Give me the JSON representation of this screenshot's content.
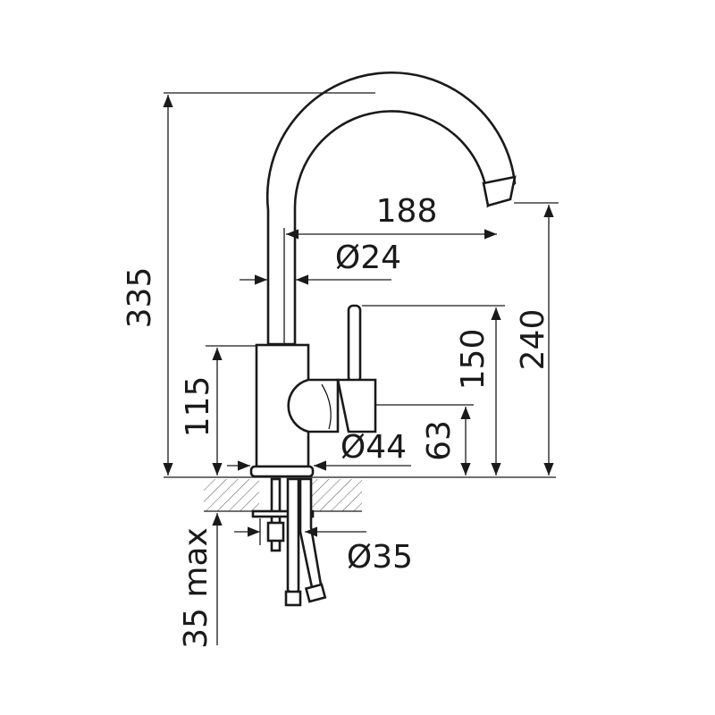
{
  "title": "Faucet dimension drawing",
  "dimensions": {
    "spout_reach": "188",
    "spout_diameter": "Ø24",
    "total_height": "335",
    "body_height": "115",
    "base_diameter": "Ø44",
    "lever_height": "150",
    "spout_outlet_height": "240",
    "handle_height": "63",
    "mount_diameter": "Ø35",
    "max_deck_thickness": "35 max"
  },
  "colors": {
    "line": "#1a1a1a",
    "background": "#ffffff"
  }
}
